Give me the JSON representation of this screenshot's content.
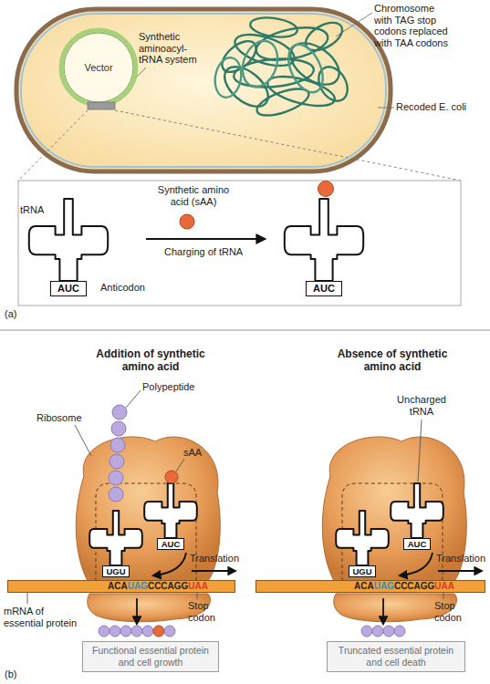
{
  "diagram": {
    "nodes": [
      {
        "text": [
          "Vector"
        ]
      },
      {
        "text": [
          "AUC"
        ]
      },
      {
        "text": [
          "AUC"
        ]
      },
      {
        "text": [
          "AUC"
        ]
      },
      {
        "text": [
          "UGU"
        ]
      },
      {
        "text": [
          "ACA",
          "UAG",
          "CCCAGG",
          "UAA"
        ]
      },
      {
        "text": [
          "Functional essential protein and cell growth"
        ]
      },
      {
        "text": [
          "AUC"
        ]
      },
      {
        "text": [
          "UGU"
        ]
      },
      {
        "text": [
          "ACA",
          "UAG",
          "CCCAGG",
          "UAA"
        ]
      },
      {
        "text": [
          "Truncated essential protein and cell death"
        ]
      }
    ],
    "labels": [
      "Chromosome with TAG stop codons replaced with TAA codons",
      "Synthetic aminoacyl-tRNA system",
      "Recoded E. coli",
      "tRNA",
      "Synthetic amino acid (sAA)",
      "Charging of tRNA",
      "Anticodon",
      "(a)",
      "Addition of synthetic amino acid",
      "Absence of synthetic amino acid",
      "Polypeptide",
      "Ribosome",
      "sAA",
      "Translation",
      "Stop codon",
      "mRNA of essential protein",
      "Uncharged tRNA",
      "Translation",
      "Stop codon",
      "(b)"
    ]
  }
}
